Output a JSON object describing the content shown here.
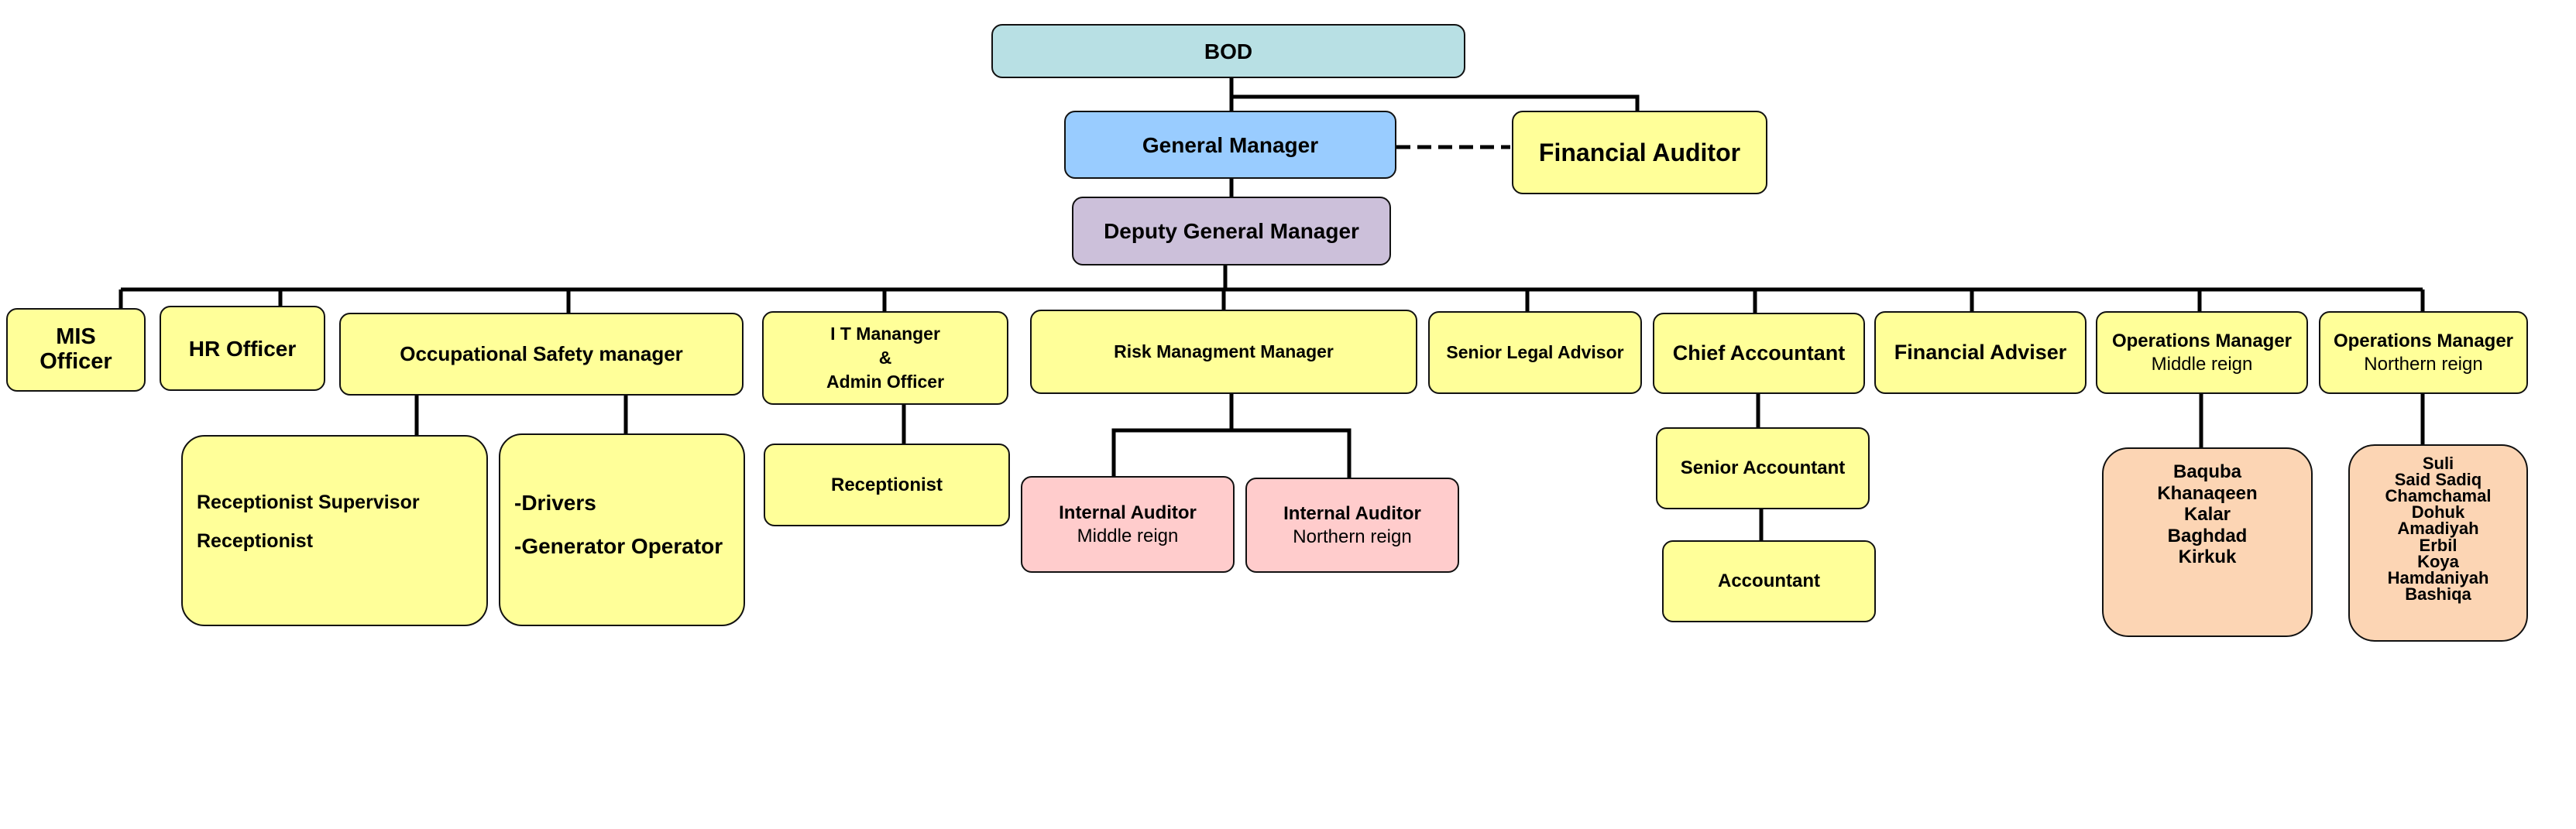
{
  "nodes": {
    "bod": "BOD",
    "general_manager": "General Manager",
    "financial_auditor": "Financial Auditor",
    "deputy_general_manager": "Deputy General Manager",
    "mis_officer": [
      "MIS",
      "Officer"
    ],
    "hr_officer": "HR Officer",
    "occupational_safety_manager": "Occupational Safety manager",
    "it_manager": [
      "I T Mananger",
      "&",
      "Admin Officer"
    ],
    "risk_management_manager": "Risk Managment Manager",
    "senior_legal_advisor": "Senior Legal Advisor",
    "chief_accountant": "Chief Accountant",
    "financial_adviser": "Financial Adviser",
    "operations_manager_middle": {
      "title": "Operations Manager",
      "region": "Middle reign"
    },
    "operations_manager_northern": {
      "title": "Operations Manager",
      "region": "Northern reign"
    },
    "receptionist_group": [
      "Receptionist Supervisor",
      "Receptionist"
    ],
    "drivers_group": [
      "-Drivers",
      "-Generator Operator"
    ],
    "receptionist": "Receptionist",
    "internal_auditor_middle": {
      "title": "Internal Auditor",
      "region": "Middle reign"
    },
    "internal_auditor_northern": {
      "title": "Internal Auditor",
      "region": "Northern reign"
    },
    "senior_accountant": "Senior Accountant",
    "accountant": "Accountant",
    "middle_cities": [
      "Baquba",
      "Khanaqeen",
      "Kalar",
      "Baghdad",
      "Kirkuk"
    ],
    "northern_cities": [
      "Suli",
      "Said Sadiq",
      "Chamchamal",
      "Dohuk",
      "Amadiyah",
      "Erbil",
      "Koya",
      "Hamdaniyah",
      "Bashiqa"
    ]
  },
  "colors": {
    "bod": "#b8e0e4",
    "general_manager": "#99ccff",
    "deputy": "#ccc0da",
    "department": "#ffff99",
    "auditor": "#ffcccc",
    "cities": "#fcd5b4",
    "lines": "#000000"
  }
}
